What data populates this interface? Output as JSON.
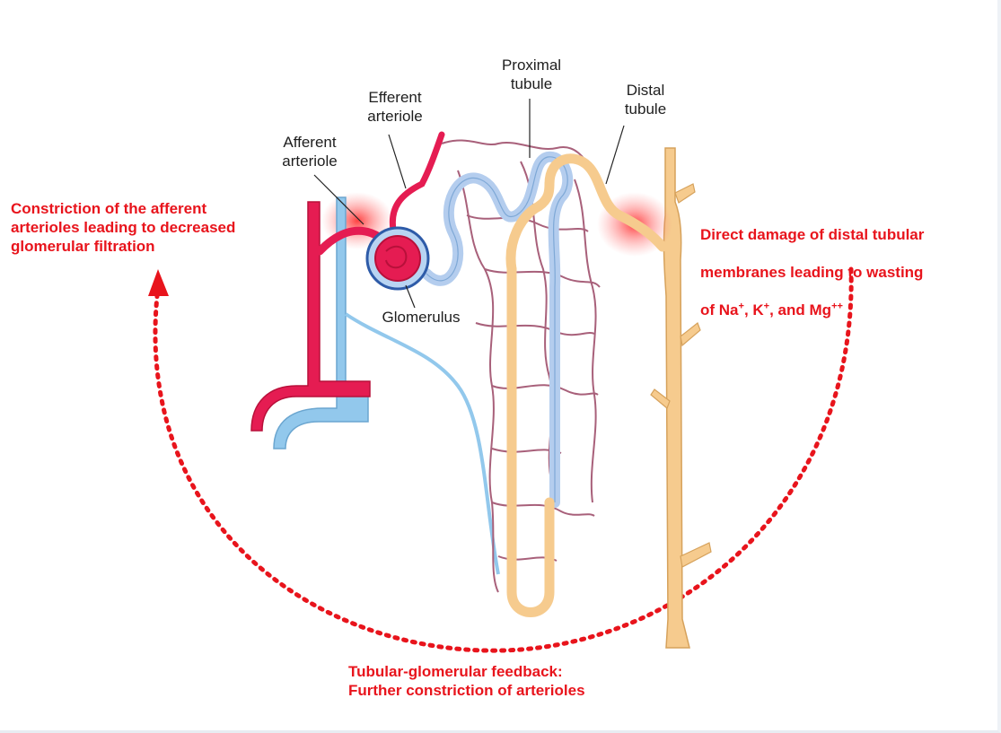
{
  "labels": {
    "proximal_tubule": "Proximal\ntubule",
    "distal_tubule": "Distal\ntubule",
    "efferent_arteriole": "Efferent\narteriole",
    "afferent_arteriole": "Afferent\narteriole",
    "glomerulus": "Glomerulus"
  },
  "annotations": {
    "left": "Constriction of the afferent\narterioles leading to decreased\nglomerular filtration",
    "right_line1": "Direct damage of distal tubular",
    "right_line2": "membranes leading to wasting",
    "right_line3_prefix": "of Na",
    "right_sup1": "+",
    "right_sep1": ", K",
    "right_sup2": "+",
    "right_sep2": ", and Mg",
    "right_sup3": "++",
    "bottom": "Tubular-glomerular feedback:\nFurther constriction of arterioles"
  },
  "colors": {
    "artery": "#e0184c",
    "vein": "#8cc4ea",
    "capillary": "#a8607a",
    "tubule": "#f5c98a",
    "loop_blue": "#b9d3f0",
    "annotation_red": "#e8141c",
    "highlight_glow": "#ff3030"
  }
}
